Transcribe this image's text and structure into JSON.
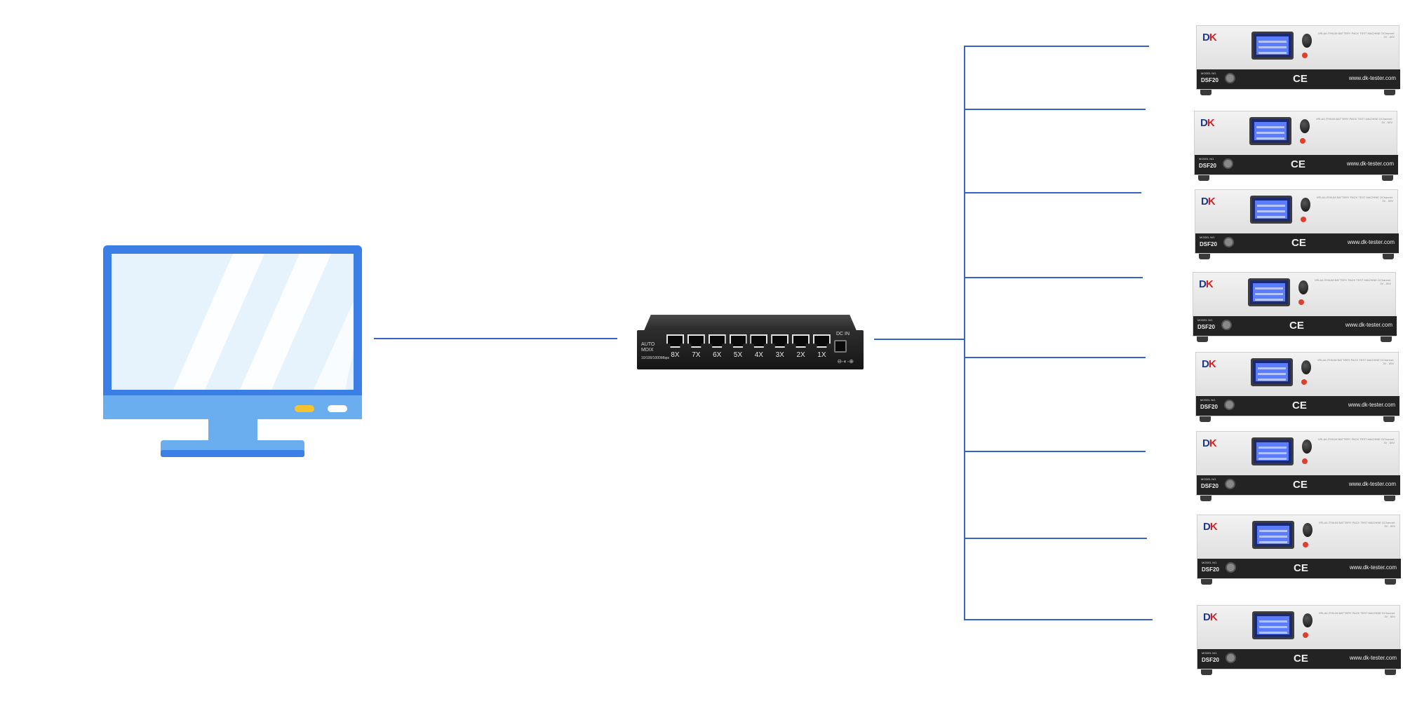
{
  "switch": {
    "auto_label": "AUTO MDIX",
    "speed_label": "10/100/1000Mbps",
    "dc_label": "DC IN",
    "dc_symbol": "⊖-◐-⊕",
    "ports": [
      {
        "label": "8X"
      },
      {
        "label": "7X"
      },
      {
        "label": "6X"
      },
      {
        "label": "5X"
      },
      {
        "label": "4X"
      },
      {
        "label": "3X"
      },
      {
        "label": "2X"
      },
      {
        "label": "1X"
      }
    ]
  },
  "testers": [
    {
      "logo_a": "D",
      "logo_b": "K",
      "header": "VRLA/LITHIUM BATTERY PACK TEST MACHINE DChannel: 3V - 60V",
      "model_caption": "MODEL NO.",
      "model": "DSF20",
      "mark": "CE",
      "website": "www.dk-tester.com"
    },
    {
      "logo_a": "D",
      "logo_b": "K",
      "header": "VRLA/LITHIUM BATTERY PACK TEST MACHINE DChannel: 3V - 60V",
      "model_caption": "MODEL NO.",
      "model": "DSF20",
      "mark": "CE",
      "website": "www.dk-tester.com"
    },
    {
      "logo_a": "D",
      "logo_b": "K",
      "header": "VRLA/LITHIUM BATTERY PACK TEST MACHINE DChannel: 3V - 60V",
      "model_caption": "MODEL NO.",
      "model": "DSF20",
      "mark": "CE",
      "website": "www.dk-tester.com"
    },
    {
      "logo_a": "D",
      "logo_b": "K",
      "header": "VRLA/LITHIUM BATTERY PACK TEST MACHINE DChannel: 3V - 60V",
      "model_caption": "MODEL NO.",
      "model": "DSF20",
      "mark": "CE",
      "website": "www.dk-tester.com"
    },
    {
      "logo_a": "D",
      "logo_b": "K",
      "header": "VRLA/LITHIUM BATTERY PACK TEST MACHINE DChannel: 3V - 60V",
      "model_caption": "MODEL NO.",
      "model": "DSF20",
      "mark": "CE",
      "website": "www.dk-tester.com"
    },
    {
      "logo_a": "D",
      "logo_b": "K",
      "header": "VRLA/LITHIUM BATTERY PACK TEST MACHINE DChannel: 3V - 60V",
      "model_caption": "MODEL NO.",
      "model": "DSF20",
      "mark": "CE",
      "website": "www.dk-tester.com"
    },
    {
      "logo_a": "D",
      "logo_b": "K",
      "header": "VRLA/LITHIUM BATTERY PACK TEST MACHINE DChannel: 3V - 60V",
      "model_caption": "MODEL NO.",
      "model": "DSF20",
      "mark": "CE",
      "website": "www.dk-tester.com"
    },
    {
      "logo_a": "D",
      "logo_b": "K",
      "header": "VRLA/LITHIUM BATTERY PACK TEST MACHINE DChannel: 3V - 60V",
      "model_caption": "MODEL NO.",
      "model": "DSF20",
      "mark": "CE",
      "website": "www.dk-tester.com"
    }
  ],
  "colors": {
    "link": "#3a62c4",
    "monitor_frame": "#3b7ee6",
    "monitor_screen": "#e6f3fc",
    "monitor_base": "#6aaef0",
    "indicator_yellow": "#f4c430"
  },
  "icons": {
    "computer": "desktop-monitor-icon",
    "switch": "network-switch-icon",
    "tester": "battery-tester-icon"
  }
}
